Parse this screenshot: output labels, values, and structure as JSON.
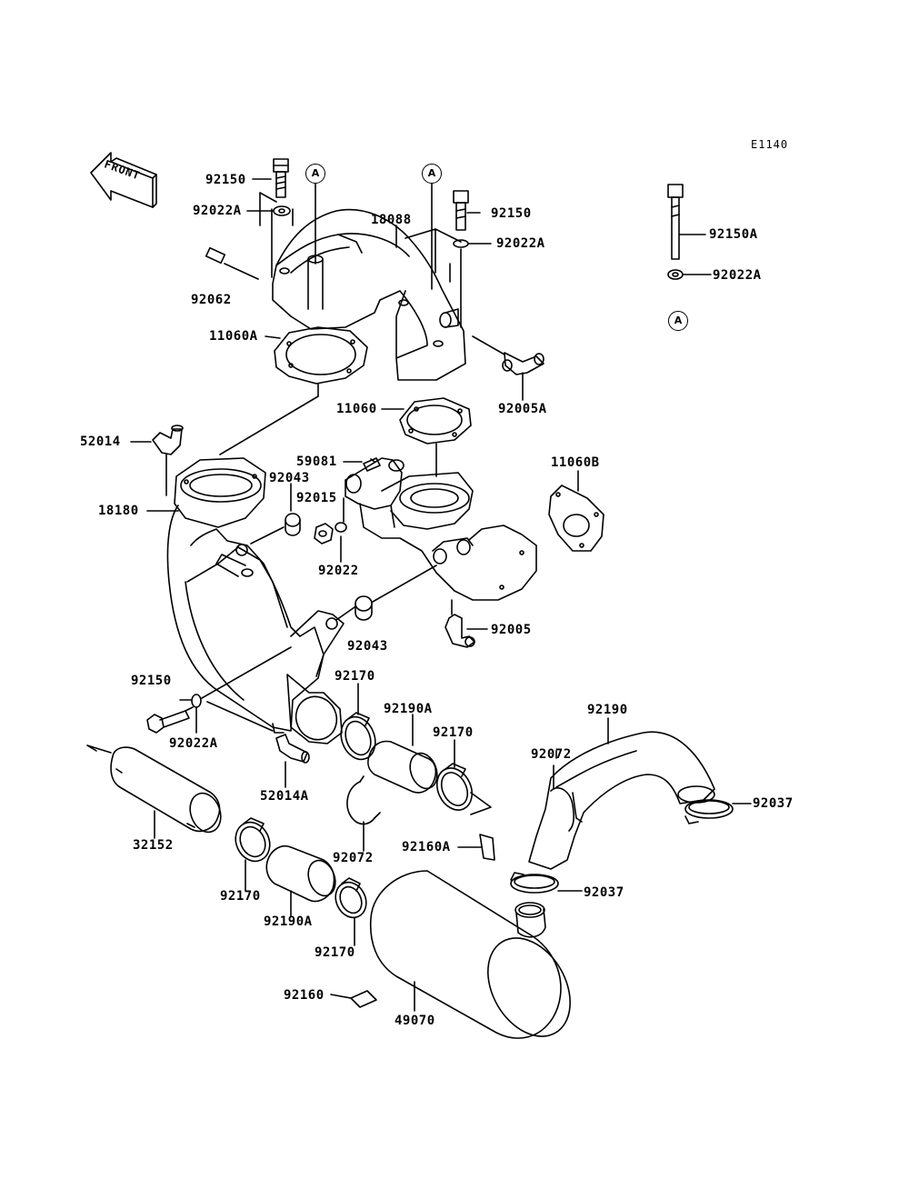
{
  "diagram_code": "E1140",
  "front_label": "FRONT",
  "ref_marker": "A",
  "parts": [
    {
      "id": "p1",
      "label": "92150"
    },
    {
      "id": "p2",
      "label": "92022A"
    },
    {
      "id": "p3",
      "label": "92062"
    },
    {
      "id": "p4",
      "label": "18088"
    },
    {
      "id": "p5",
      "label": "92150"
    },
    {
      "id": "p6",
      "label": "92022A"
    },
    {
      "id": "p7",
      "label": "92150A"
    },
    {
      "id": "p8",
      "label": "92022A"
    },
    {
      "id": "p9",
      "label": "11060A"
    },
    {
      "id": "p10",
      "label": "92005A"
    },
    {
      "id": "p11",
      "label": "11060"
    },
    {
      "id": "p12",
      "label": "52014"
    },
    {
      "id": "p13",
      "label": "59081"
    },
    {
      "id": "p14",
      "label": "11060B"
    },
    {
      "id": "p15",
      "label": "92043"
    },
    {
      "id": "p16",
      "label": "92015"
    },
    {
      "id": "p17",
      "label": "18180"
    },
    {
      "id": "p18",
      "label": "92022"
    },
    {
      "id": "p19",
      "label": "92005"
    },
    {
      "id": "p20",
      "label": "92043"
    },
    {
      "id": "p21",
      "label": "92150"
    },
    {
      "id": "p22",
      "label": "92170"
    },
    {
      "id": "p23",
      "label": "92190"
    },
    {
      "id": "p24",
      "label": "92190A"
    },
    {
      "id": "p25",
      "label": "92022A"
    },
    {
      "id": "p26",
      "label": "92170"
    },
    {
      "id": "p27",
      "label": "92072"
    },
    {
      "id": "p28",
      "label": "52014A"
    },
    {
      "id": "p29",
      "label": "92037"
    },
    {
      "id": "p30",
      "label": "32152"
    },
    {
      "id": "p31",
      "label": "92160A"
    },
    {
      "id": "p32",
      "label": "92072"
    },
    {
      "id": "p33",
      "label": "92170"
    },
    {
      "id": "p34",
      "label": "92037"
    },
    {
      "id": "p35",
      "label": "92190A"
    },
    {
      "id": "p36",
      "label": "92170"
    },
    {
      "id": "p37",
      "label": "92160"
    },
    {
      "id": "p38",
      "label": "49070"
    }
  ]
}
